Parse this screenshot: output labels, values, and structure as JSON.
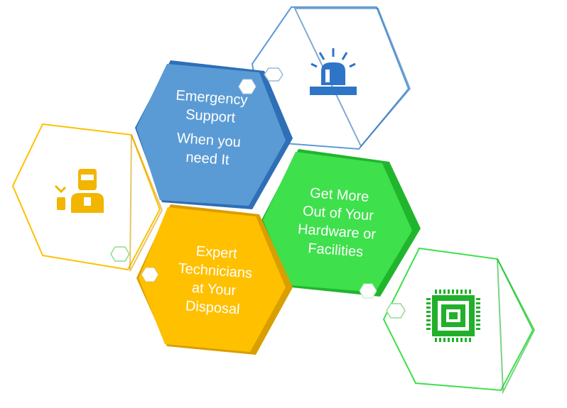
{
  "colors": {
    "blue": "#5b9bd5",
    "blue_dark": "#2e6fb6",
    "yellow": "#ffc000",
    "yellow_dark": "#d99e00",
    "green": "#3ee04b",
    "green_dark": "#21b52e",
    "outline_blue": "#5b9bd5",
    "outline_yellow": "#ffc000",
    "outline_green": "#3ee04b",
    "icon_blue": "#2e75c7",
    "icon_yellow": "#f2b500",
    "icon_green": "#22b02c"
  },
  "hexes": {
    "emergency": {
      "lines": [
        "Emergency",
        "Support",
        "When you",
        "need It"
      ]
    },
    "hardware": {
      "lines": [
        "Get More",
        "Out of Your",
        "Hardware or",
        "Facilities"
      ]
    },
    "technicians": {
      "lines": [
        "Expert",
        "Technicians",
        "at Your",
        "Disposal"
      ]
    }
  },
  "icons": {
    "alarm": "siren-icon",
    "technician": "welder-icon",
    "chip": "microchip-icon"
  }
}
